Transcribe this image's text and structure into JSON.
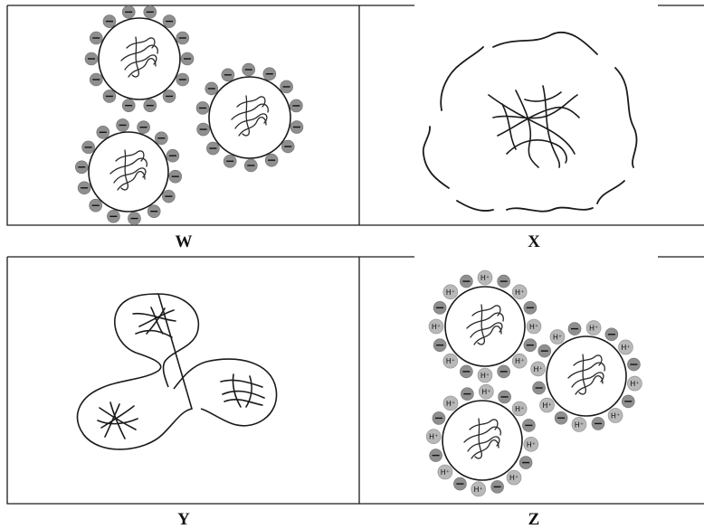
{
  "panels": {
    "w": {
      "label": "W"
    },
    "x": {
      "label": "X"
    },
    "y": {
      "label": "Y"
    },
    "z": {
      "label": "Z"
    }
  },
  "ions": {
    "hydrogen": "H⁺"
  },
  "colors": {
    "ion_fill": "#8f8f8f",
    "line": "#1a1a1a",
    "background": "#ffffff"
  }
}
